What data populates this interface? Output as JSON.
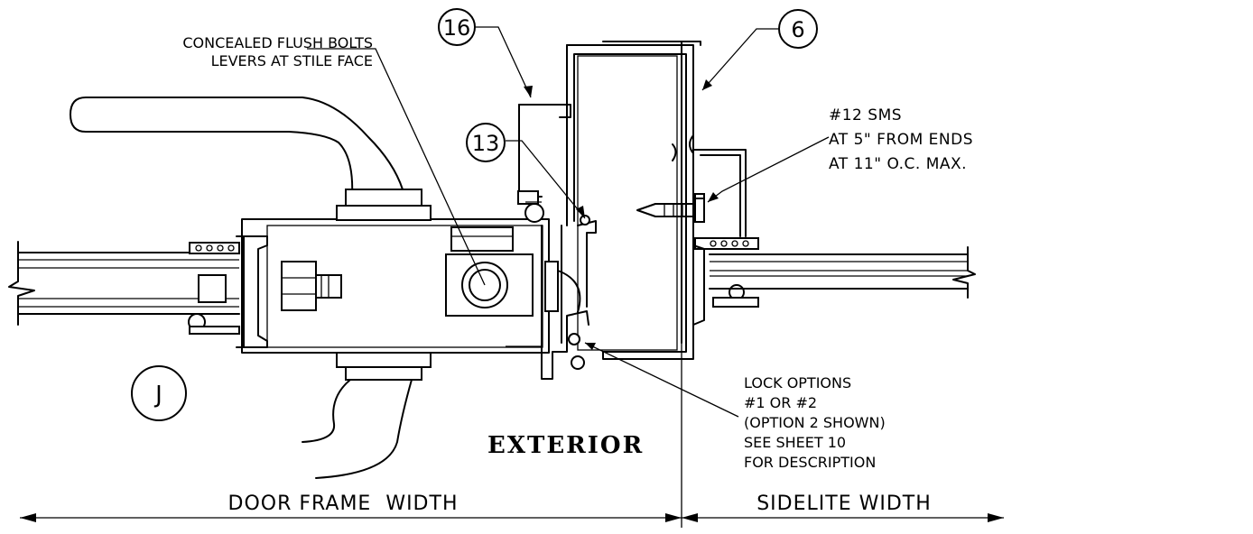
{
  "labels": {
    "flush_bolts_line1": "CONCEALED FLUSH BOLTS",
    "flush_bolts_line2": "LEVERS AT STILE FACE",
    "sms_line1": "#12 SMS",
    "sms_line2": "AT 5\" FROM ENDS",
    "sms_line3": "AT 11\" O.C. MAX.",
    "lock_line1": "LOCK OPTIONS",
    "lock_line2": "#1 OR #2",
    "lock_line3": "(OPTION 2 SHOWN)",
    "lock_line4": "SEE SHEET 10",
    "lock_line5": "FOR DESCRIPTION",
    "exterior": "EXTERIOR"
  },
  "callouts": {
    "c16": "16",
    "c6": "6",
    "c13": "13",
    "cJ": "J"
  },
  "dimensions": {
    "door_frame_width": "DOOR FRAME  WIDTH",
    "sidelite_width": "SIDELITE WIDTH"
  }
}
